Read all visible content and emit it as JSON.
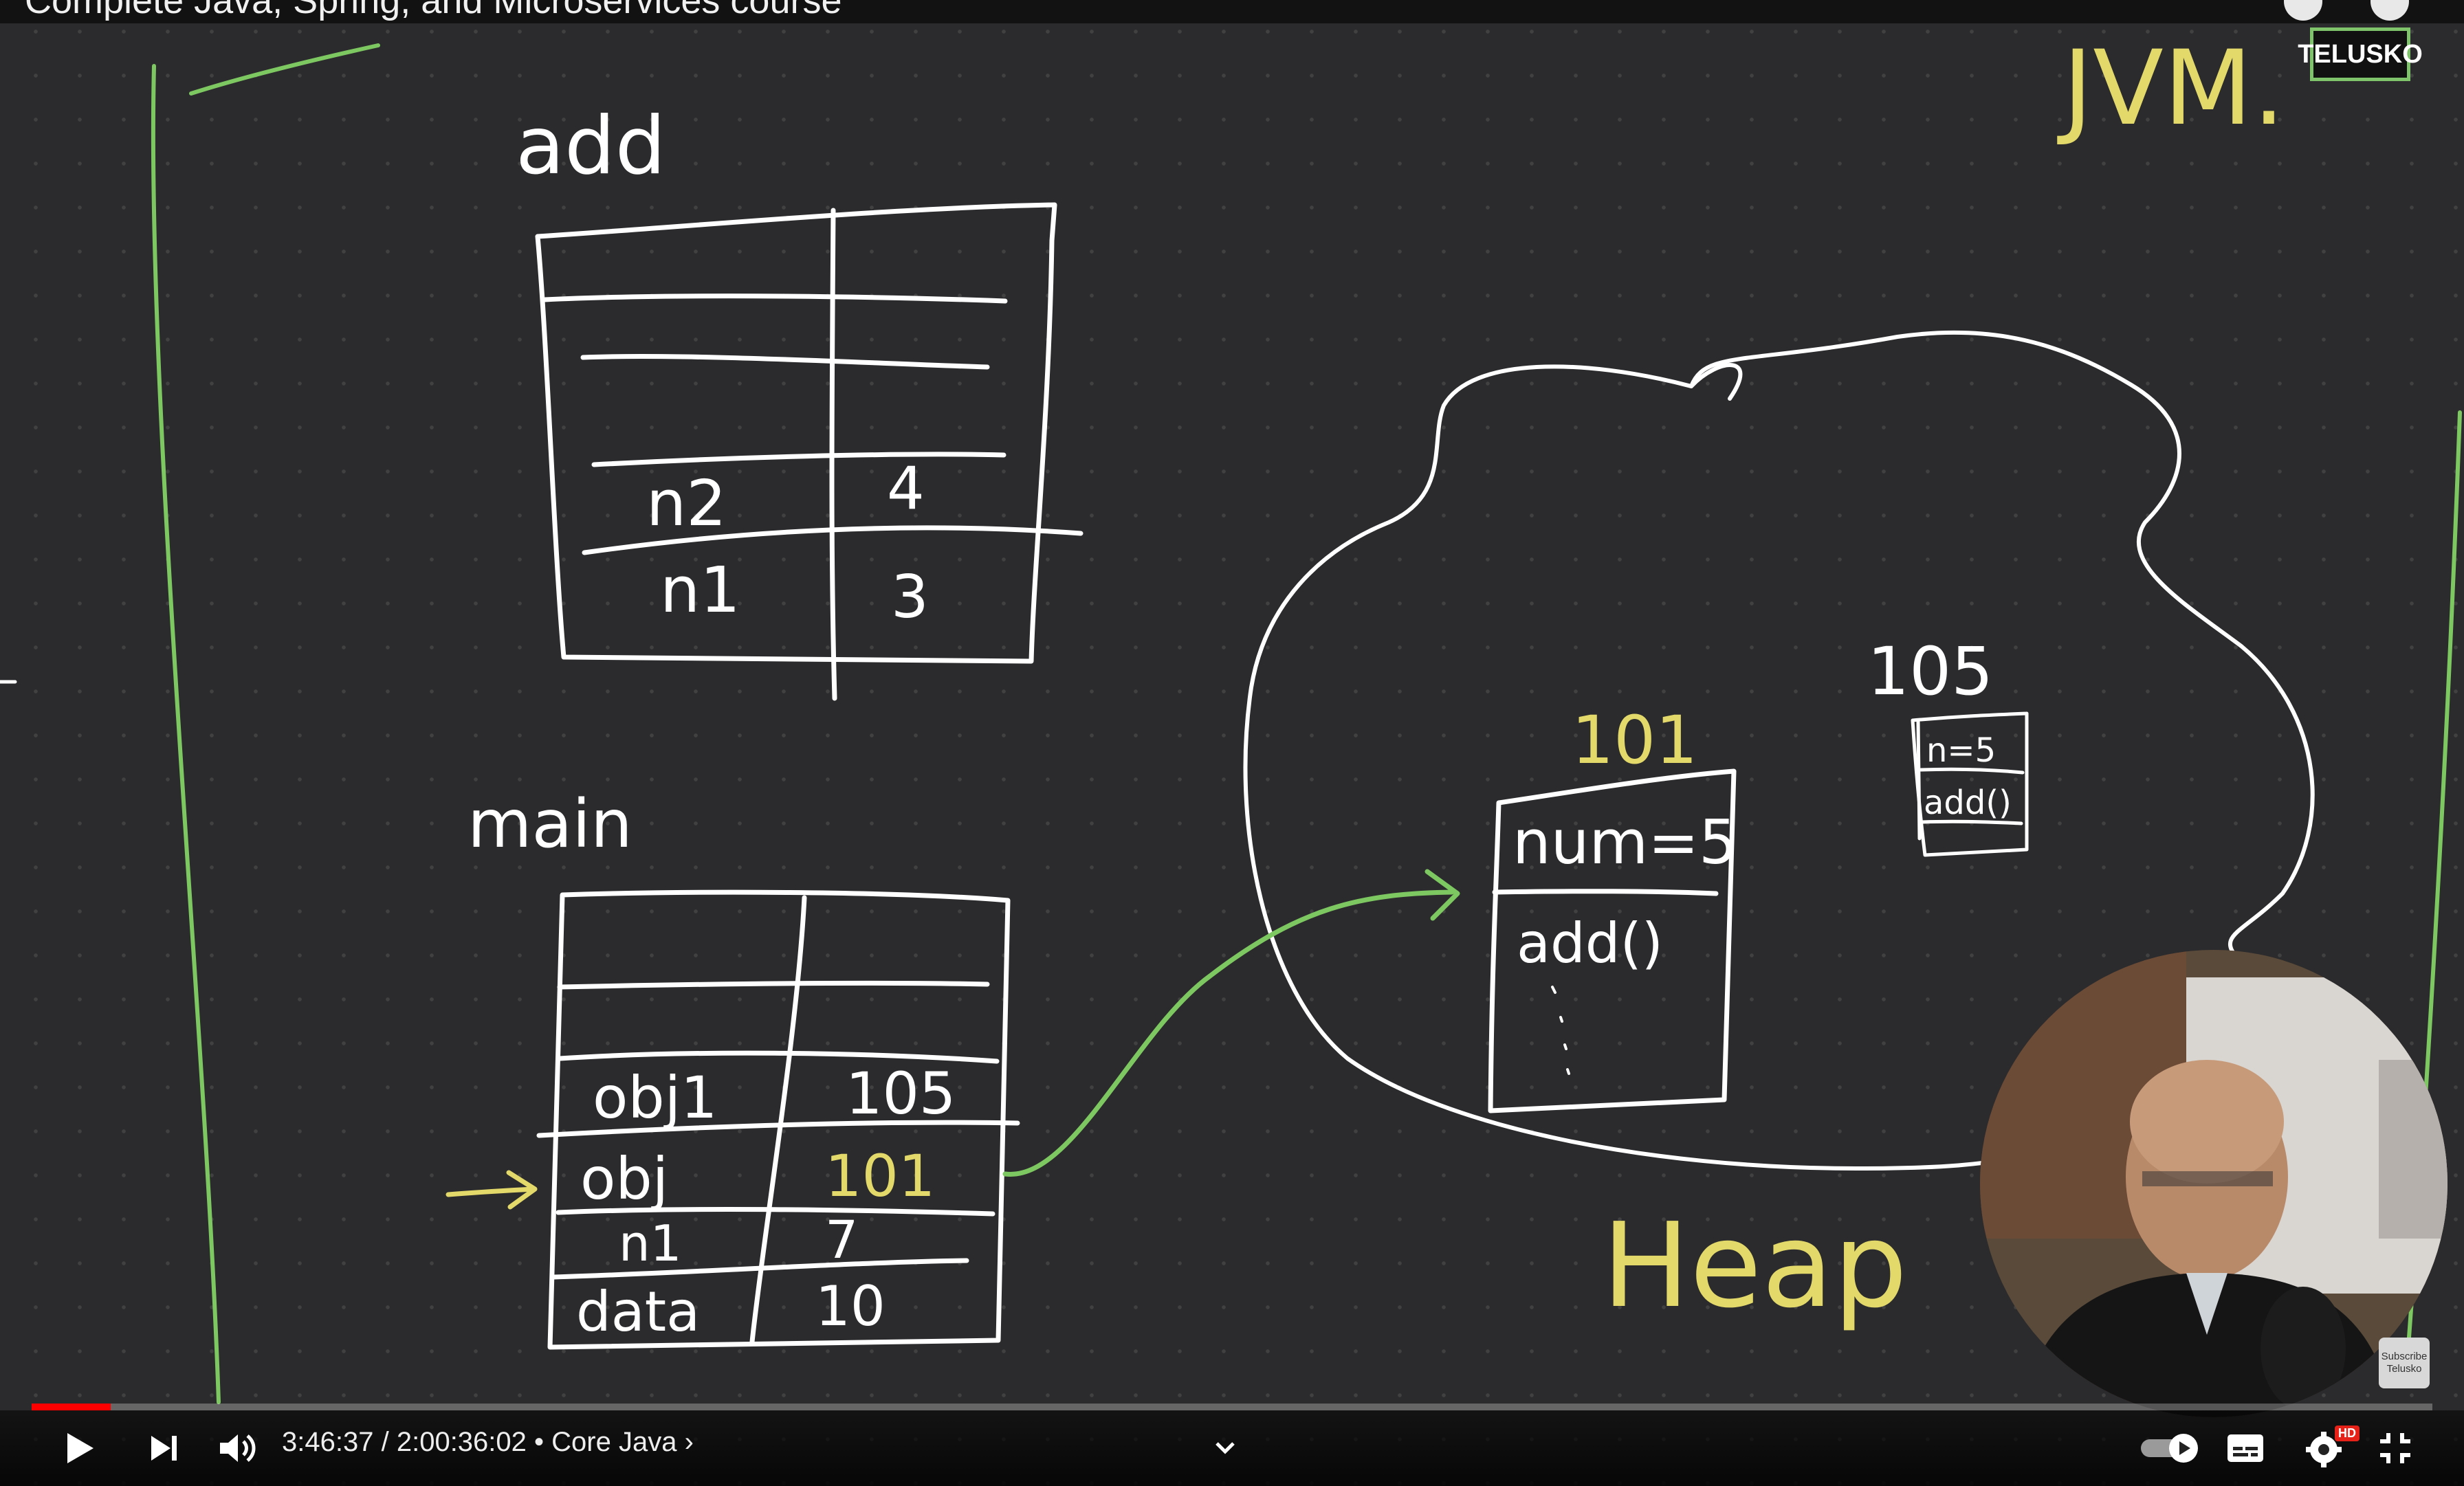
{
  "player": {
    "video_title": "Complete Java, Spring, and Microservices course",
    "channel_watermark": "TELUSKO",
    "current_time": "3:46:37",
    "separator": "/",
    "duration": "2:00:36:02",
    "chapter": "Core Java",
    "chapter_separator": "•",
    "progress_fraction": 0.033,
    "hd_badge": "HD",
    "subscribe_badge": "Subscribe Telusko",
    "accent_color": "#ff0000",
    "icons": [
      "play-icon",
      "next-icon",
      "volume-icon",
      "chevron-right-icon",
      "chevron-down-icon",
      "autoplay-toggle-icon",
      "captions-icon",
      "settings-icon",
      "exit-fullscreen-icon",
      "watch-later-icon",
      "share-icon"
    ]
  },
  "whiteboard": {
    "jvm_label": "JVM.",
    "heap_label": "Heap",
    "add_frame": {
      "label": "add",
      "rows": [
        {
          "name": "",
          "value": ""
        },
        {
          "name": "",
          "value": ""
        },
        {
          "name": "",
          "value": ""
        },
        {
          "name": "n2",
          "value": "4"
        },
        {
          "name": "n1",
          "value": "3"
        }
      ]
    },
    "main_frame": {
      "label": "main",
      "rows": [
        {
          "name": "",
          "value": ""
        },
        {
          "name": "",
          "value": ""
        },
        {
          "name": "obj1",
          "value": "105"
        },
        {
          "name": "obj",
          "value": "101"
        },
        {
          "name": "n1",
          "value": "7"
        },
        {
          "name": "data",
          "value": "10"
        }
      ]
    },
    "object_101": {
      "address": "101",
      "field": "num=5",
      "method": "add()"
    },
    "object_105": {
      "address": "105",
      "field": "n=5",
      "method": "add()"
    }
  }
}
